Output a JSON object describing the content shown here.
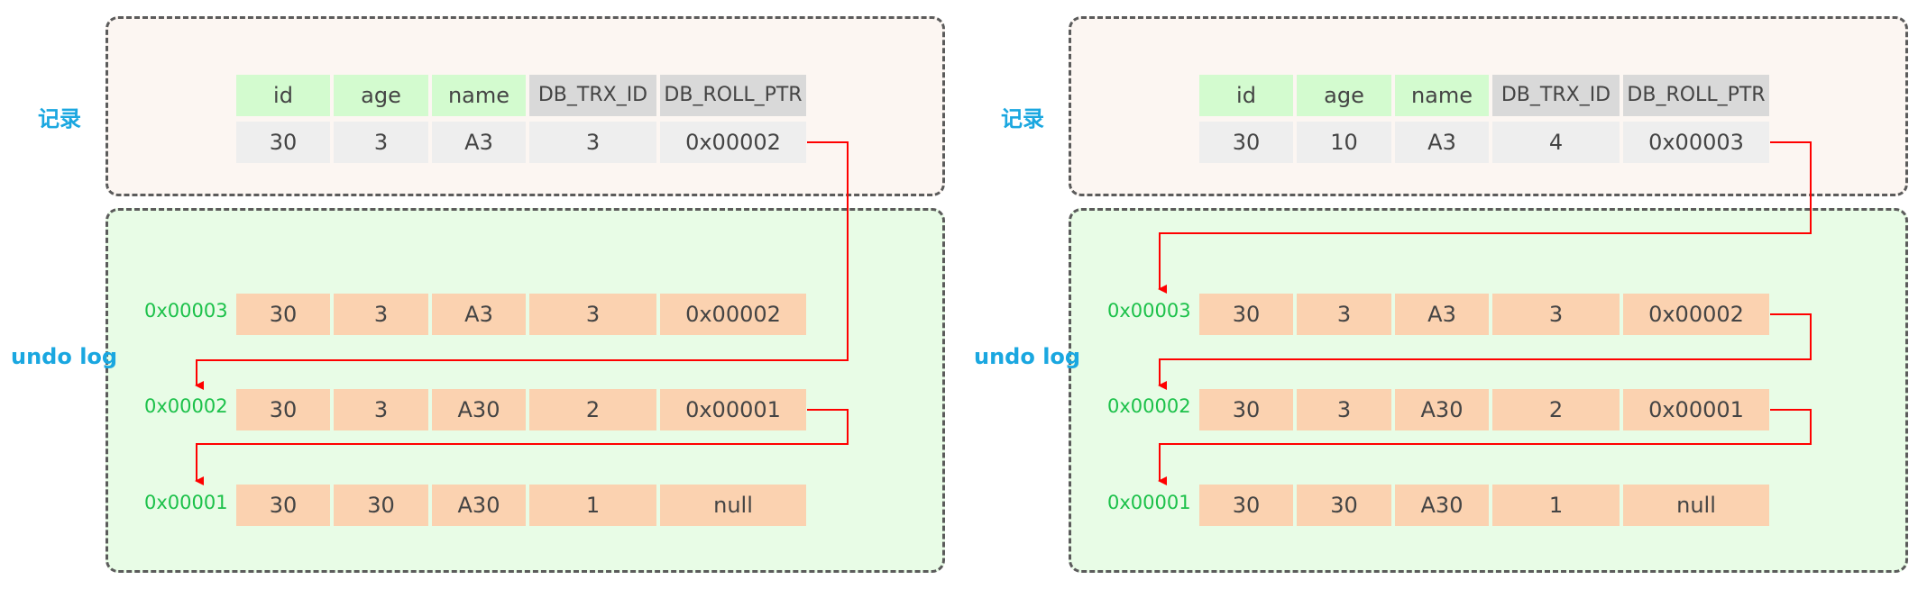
{
  "panels": [
    {
      "record_label": "记录",
      "undo_label": "undo log",
      "columns": [
        "id",
        "age",
        "name",
        "DB_TRX_ID",
        "DB_ROLL_PTR"
      ],
      "record_row": [
        "30",
        "3",
        "A3",
        "3",
        "0x00002"
      ],
      "undo_rows": [
        {
          "addr": "0x00003",
          "values": [
            "30",
            "3",
            "A3",
            "3",
            "0x00002"
          ]
        },
        {
          "addr": "0x00002",
          "values": [
            "30",
            "3",
            "A30",
            "2",
            "0x00001"
          ]
        },
        {
          "addr": "0x00001",
          "values": [
            "30",
            "30",
            "A30",
            "1",
            "null"
          ]
        }
      ]
    },
    {
      "record_label": "记录",
      "undo_label": "undo log",
      "columns": [
        "id",
        "age",
        "name",
        "DB_TRX_ID",
        "DB_ROLL_PTR"
      ],
      "record_row": [
        "30",
        "10",
        "A3",
        "4",
        "0x00003"
      ],
      "undo_rows": [
        {
          "addr": "0x00003",
          "values": [
            "30",
            "3",
            "A3",
            "3",
            "0x00002"
          ]
        },
        {
          "addr": "0x00002",
          "values": [
            "30",
            "3",
            "A30",
            "2",
            "0x00001"
          ]
        },
        {
          "addr": "0x00001",
          "values": [
            "30",
            "30",
            "A30",
            "1",
            "null"
          ]
        }
      ]
    }
  ],
  "colors": {
    "label_blue": "#1aa7e0",
    "address_green": "#1cc14a",
    "pointer_red": "#ff0000",
    "header_green": "#d3fbcf",
    "header_gray": "#d9d9d9",
    "record_cell": "#eeeeee",
    "undo_cell": "#fbd2b0"
  }
}
